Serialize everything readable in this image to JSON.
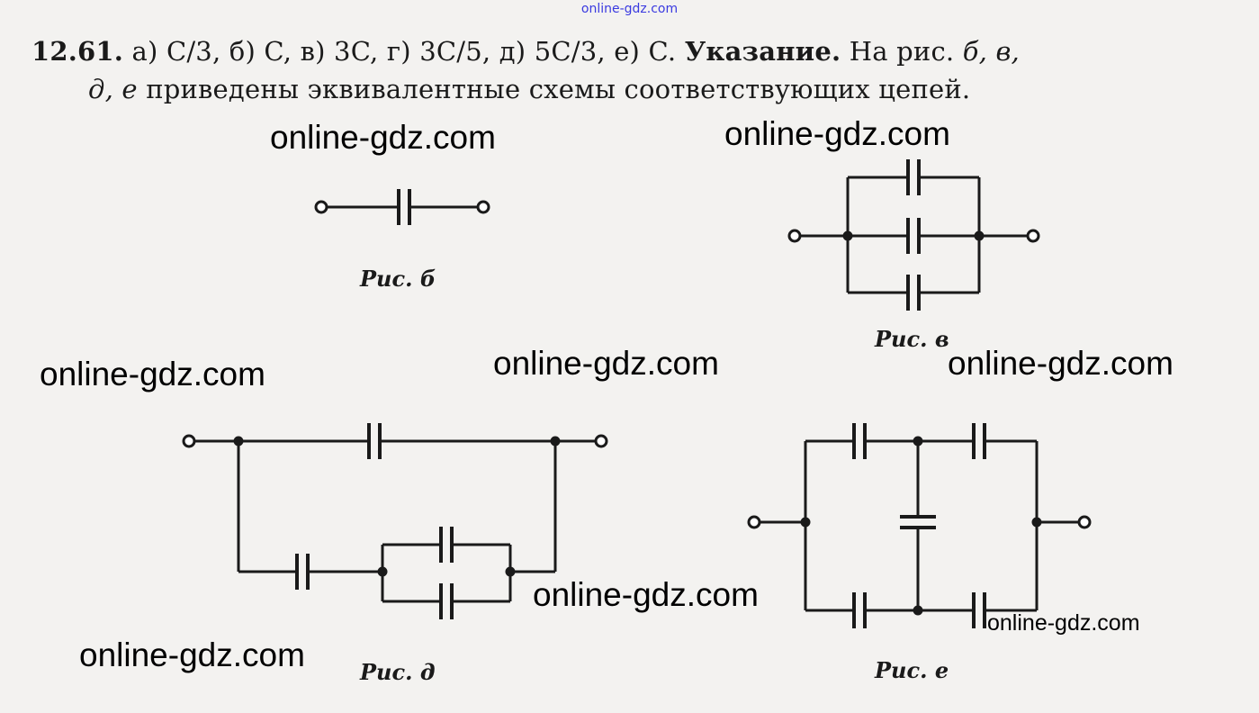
{
  "watermark_top": "online-gdz.com",
  "text": {
    "number": "12.61.",
    "answers": " а) C/3, б) C, в) 3C, г) 3C/5, д) 5C/3, е) C. ",
    "hint_label": "Указание.",
    "line1_tail": " На рис. ",
    "fig_refs1": "б, в,",
    "fig_refs2": "д, е",
    "line2": " приведены эквивалентные схемы соответствующих цепей."
  },
  "captions": {
    "b": "Рис. б",
    "v": "Рис. в",
    "d": "Рис. д",
    "e": "Рис. е"
  },
  "watermarks": [
    "online-gdz.com",
    "online-gdz.com",
    "online-gdz.com",
    "online-gdz.com",
    "online-gdz.com",
    "online-gdz.com",
    "online-gdz.com",
    "online-gdz.com"
  ]
}
